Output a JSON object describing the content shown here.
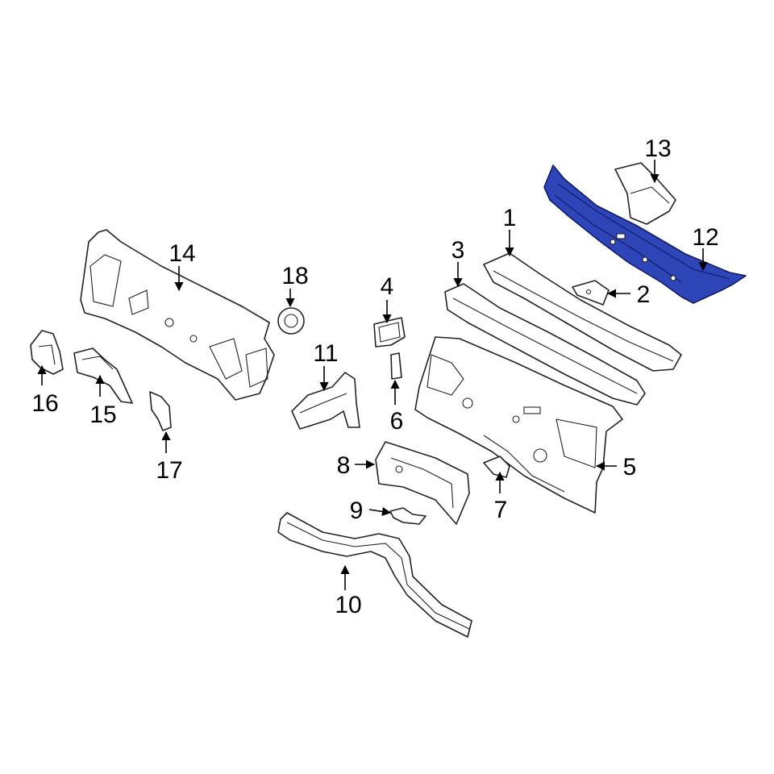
{
  "diagram": {
    "highlight_color": "#2e45b8",
    "callouts": [
      {
        "id": "1",
        "label": "1"
      },
      {
        "id": "2",
        "label": "2"
      },
      {
        "id": "3",
        "label": "3"
      },
      {
        "id": "4",
        "label": "4"
      },
      {
        "id": "5",
        "label": "5"
      },
      {
        "id": "6",
        "label": "6"
      },
      {
        "id": "7",
        "label": "7"
      },
      {
        "id": "8",
        "label": "8"
      },
      {
        "id": "9",
        "label": "9"
      },
      {
        "id": "10",
        "label": "10"
      },
      {
        "id": "11",
        "label": "11"
      },
      {
        "id": "12",
        "label": "12"
      },
      {
        "id": "13",
        "label": "13"
      },
      {
        "id": "14",
        "label": "14"
      },
      {
        "id": "15",
        "label": "15"
      },
      {
        "id": "16",
        "label": "16"
      },
      {
        "id": "17",
        "label": "17"
      },
      {
        "id": "18",
        "label": "18"
      }
    ]
  }
}
